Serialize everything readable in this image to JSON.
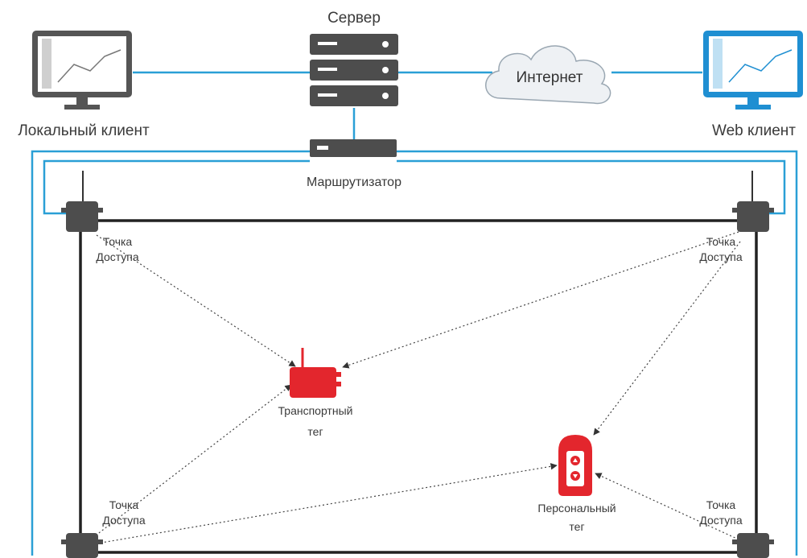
{
  "server": {
    "label": "Сервер"
  },
  "internet": {
    "label": "Интернет"
  },
  "local_client": {
    "label": "Локальный клиент"
  },
  "web_client": {
    "label": "Web клиент"
  },
  "router": {
    "label": "Маршрутизатор"
  },
  "access_points": [
    {
      "line1": "Точка",
      "line2": "Доступа"
    },
    {
      "line1": "Точка",
      "line2": "Доступа"
    },
    {
      "line1": "Точка",
      "line2": "Доступа"
    },
    {
      "line1": "Точка",
      "line2": "Доступа"
    }
  ],
  "transport_tag": {
    "line1": "Транспортный",
    "line2": "тег"
  },
  "personal_tag": {
    "line1": "Персональный",
    "line2": "тег"
  },
  "colors": {
    "network_line": "#2a9fd6",
    "web_monitor": "#1f8fd2",
    "local_monitor": "#555555",
    "tag_red": "#e3262d",
    "device_dark": "#4d4d4d",
    "cloud_fill": "#eef1f4"
  }
}
